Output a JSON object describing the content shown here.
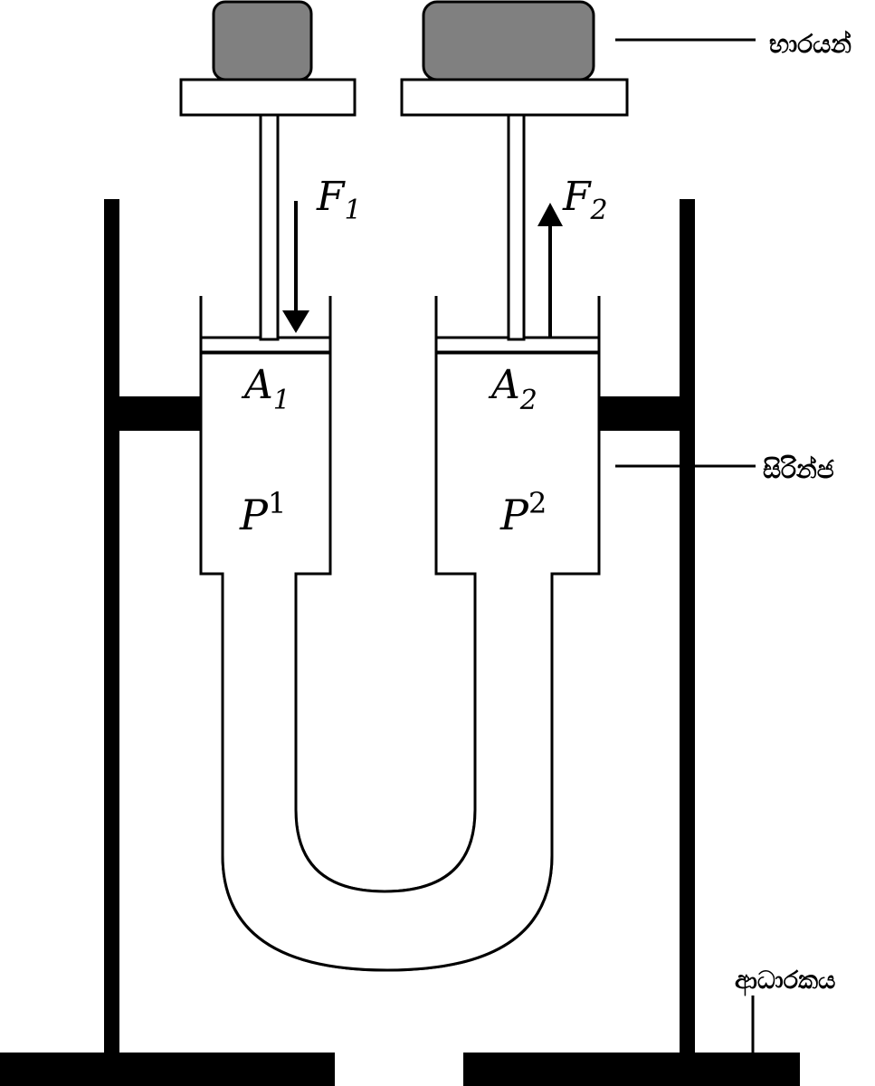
{
  "labels": {
    "weights": "භාරයන්",
    "syringe": "සිරින්ජ",
    "stand": "ආධාරකය"
  },
  "symbols": {
    "force_left": "F",
    "force_left_sub": "1",
    "force_right": "F",
    "force_right_sub": "2",
    "area_left": "A",
    "area_left_sub": "1",
    "area_right": "A",
    "area_right_sub": "2",
    "pressure_left": "P",
    "pressure_left_sup": "1",
    "pressure_right": "P",
    "pressure_right_sup": "2"
  },
  "colors": {
    "ink": "#000000",
    "weight_fill": "#808080",
    "background": "#ffffff"
  }
}
